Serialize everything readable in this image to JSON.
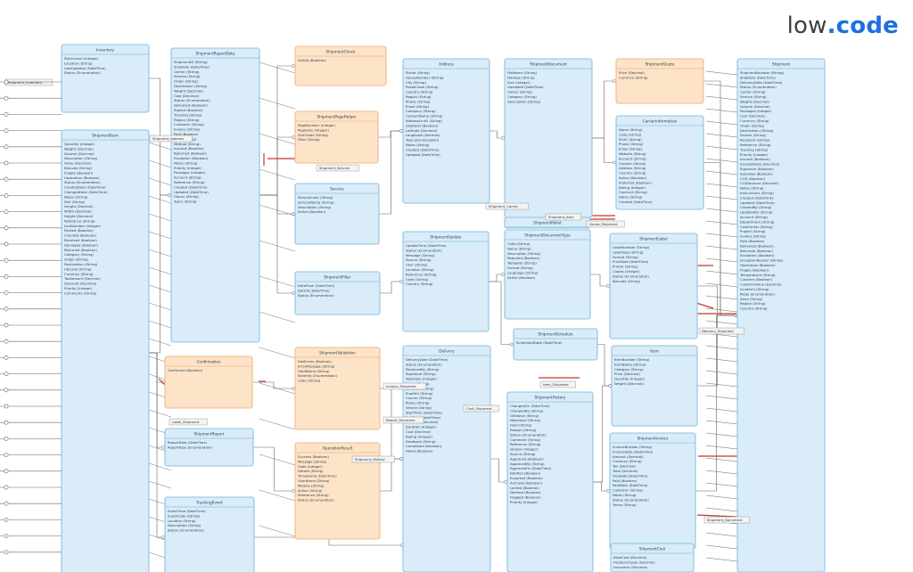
{
  "brand": {
    "prefix": "low",
    "dot": ".",
    "suffix": "code"
  },
  "colors": {
    "entity_fill": "#d9ecf8",
    "entity_stroke": "#8cc3e6",
    "entity_header": "#cfe6f6",
    "np_fill": "#fde3c7",
    "np_stroke": "#f0bb86",
    "line": "#666666",
    "red_line": "#c0392b",
    "label_fill": "#f4f4f4"
  },
  "entities": [
    {
      "id": "e1",
      "type": "persistent",
      "title": "Inventory",
      "attrs": [
        "StockLevel (Integer)",
        "Location (String)",
        "LastUpdated (DateTime)",
        "Status (Enumeration)"
      ]
    },
    {
      "id": "e2",
      "type": "persistent",
      "title": "ShipmentItem",
      "attrs": [
        "Quantity (Integer)",
        "Weight (Decimal)",
        "Volume (Decimal)",
        "Description (String)",
        "Value (Decimal)",
        "Barcode (String)",
        "Fragile (Boolean)",
        "Hazardous (Boolean)",
        "Status (Enumeration)",
        "CreatedDate (DateTime)",
        "ChangedDate (DateTime)",
        "Notes (String)",
        "SKU (String)",
        "Length (Decimal)",
        "Width (Decimal)",
        "Height (Decimal)",
        "Reference (String)",
        "LineNumber (Integer)",
        "Packed (Boolean)",
        "Checked (Boolean)",
        "Received (Boolean)",
        "Damaged (Boolean)",
        "Returned (Boolean)",
        "Category (String)",
        "Origin (String)",
        "Destination (String)",
        "HSCode (String)",
        "Currency (String)",
        "TaxAmount (Decimal)",
        "Discount (Decimal)",
        "Priority (Integer)",
        "Comments (String)"
      ]
    },
    {
      "id": "e3",
      "type": "persistent",
      "title": "ShipmentReportData",
      "attrs": [
        "ShipmentID (String)",
        "ShipDate (DateTime)",
        "Carrier (String)",
        "Service (String)",
        "Origin (String)",
        "Destination (String)",
        "Weight (Decimal)",
        "Cost (Decimal)",
        "Status (Enumeration)",
        "Delivered (Boolean)",
        "Signed (Boolean)",
        "Tracking (String)",
        "Region (String)",
        "Customer (String)",
        "Invoice (String)",
        "Paid (Boolean)",
        "Zone (String)",
        "Method (String)",
        "Insured (Boolean)",
        "Returned (Boolean)",
        "Exception (Boolean)",
        "Notes (String)",
        "Priority (Integer)",
        "Packages (Integer)",
        "Account (String)",
        "Reference (String)",
        "Created (DateTime)",
        "Updated (DateTime)",
        "Owner (String)",
        "Team (String)"
      ]
    },
    {
      "id": "e4",
      "type": "non-persistent",
      "title": "ShipmentCheck",
      "attrs": [
        "IsValid (Boolean)"
      ]
    },
    {
      "id": "e5",
      "type": "non-persistent",
      "title": "ShipmentPageHelper",
      "attrs": [
        "PageNumber (Integer)",
        "PageSize (Integer)",
        "SortOrder (String)",
        "Filter (String)"
      ]
    },
    {
      "id": "e6",
      "type": "persistent",
      "title": "Service",
      "attrs": [
        "ServiceCode (String)",
        "ServiceName (String)",
        "Description (String)",
        "Active (Boolean)"
      ]
    },
    {
      "id": "e7",
      "type": "persistent",
      "title": "ShipmentFilter",
      "attrs": [
        "DateFrom (DateTime)",
        "DateTo (DateTime)",
        "Status (Enumeration)"
      ]
    },
    {
      "id": "e8",
      "type": "non-persistent",
      "title": "ShipmentValidation",
      "attrs": [
        "HasErrors (Boolean)",
        "ErrorMessage (String)",
        "FieldName (String)",
        "Severity (Enumeration)",
        "Code (String)"
      ]
    },
    {
      "id": "e9",
      "type": "non-persistent",
      "title": "Confirmation",
      "attrs": [
        "Confirmed (Boolean)"
      ]
    },
    {
      "id": "e10",
      "type": "persistent",
      "title": "ShipmentReport",
      "attrs": [
        "ReportDate (DateTime)",
        "ReportType (Enumeration)"
      ]
    },
    {
      "id": "e11",
      "type": "non-persistent",
      "title": "OperationResult",
      "attrs": [
        "Success (Boolean)",
        "Message (String)",
        "Code (Integer)",
        "Details (String)",
        "Timestamp (DateTime)",
        "UserName (String)",
        "Module (String)",
        "Action (String)",
        "Reference (String)",
        "Status (Enumeration)"
      ]
    },
    {
      "id": "e12",
      "type": "persistent",
      "title": "TrackingEvent",
      "attrs": [
        "EventTime (DateTime)",
        "EventCode (String)",
        "Location (String)",
        "Description (String)",
        "Status (Enumeration)"
      ]
    },
    {
      "id": "e13",
      "type": "persistent",
      "title": "ReportOverview",
      "attrs": []
    },
    {
      "id": "e14",
      "type": "persistent",
      "title": "Address",
      "attrs": [
        "Street (String)",
        "HouseNumber (String)",
        "City (String)",
        "PostalCode (String)",
        "Country (String)",
        "Region (String)",
        "Phone (String)",
        "Email (String)",
        "Company (String)",
        "ContactName (String)",
        "AddressLine2 (String)",
        "IsDefault (Boolean)",
        "Latitude (Decimal)",
        "Longitude (Decimal)",
        "Type (Enumeration)",
        "Notes (String)",
        "Created (DateTime)",
        "Updated (DateTime)"
      ]
    },
    {
      "id": "e15",
      "type": "persistent",
      "title": "ShipmentUpdate",
      "attrs": [
        "UpdateTime (DateTime)",
        "Status (Enumeration)",
        "Message (String)",
        "Source (String)",
        "User (String)",
        "Location (String)",
        "Reference (String)",
        "Code (String)",
        "Country (String)"
      ]
    },
    {
      "id": "e16",
      "type": "persistent",
      "title": "Delivery",
      "attrs": [
        "DeliveryDate (DateTime)",
        "Status (Enumeration)",
        "ReceivedBy (String)",
        "Signature (String)",
        "Attempts (Integer)",
        "Notes (String)",
        "Location (String)",
        "ProofUrl (String)",
        "Courier (String)",
        "Route (String)",
        "Vehicle (String)",
        "StartTime (DateTime)",
        "EndTime (DateTime)",
        "Distance (Decimal)",
        "Duration (Integer)",
        "Cost (Decimal)",
        "Rating (Integer)",
        "Feedback (String)",
        "Completed (Boolean)",
        "Failed (Boolean)"
      ]
    },
    {
      "id": "e17",
      "type": "persistent",
      "title": "ShipmentDocument",
      "attrs": [
        "FileName (String)",
        "FileType (String)",
        "Size (Integer)",
        "Uploaded (DateTime)",
        "Owner (String)",
        "Category (String)",
        "Description (String)"
      ]
    },
    {
      "id": "e18",
      "type": "persistent",
      "title": "ShipmentSchedule",
      "attrs": [
        "ScheduledDate (DateTime)"
      ]
    },
    {
      "id": "e19",
      "type": "persistent",
      "title": "ShipmentHistory",
      "attrs": [
        "ChangedOn (DateTime)",
        "ChangedBy (String)",
        "OldValue (String)",
        "NewValue (String)",
        "Field (String)",
        "Reason (String)",
        "Status (Enumeration)",
        "Comment (String)",
        "Reference (String)",
        "Version (Integer)",
        "Source (String)",
        "Approved (Boolean)",
        "ApprovedBy (String)",
        "ApprovedOn (DateTime)",
        "Notified (Boolean)",
        "Exported (Boolean)",
        "Archived (Boolean)",
        "Locked (Boolean)",
        "Deleted (Boolean)",
        "Flagged (Boolean)",
        "Priority (Integer)"
      ]
    },
    {
      "id": "e20",
      "type": "persistent",
      "title": "CarrierInformation",
      "attrs": [
        "Name (String)",
        "Code (String)",
        "SCAC (String)",
        "Phone (String)",
        "Email (String)",
        "Website (String)",
        "Account (String)",
        "Contact (String)",
        "Address (String)",
        "Country (String)",
        "Active (Boolean)",
        "Preferred (Boolean)",
        "Rating (Integer)",
        "Contract (String)",
        "Notes (String)",
        "Created (DateTime)",
        "Updated (DateTime)"
      ]
    },
    {
      "id": "e21",
      "type": "persistent",
      "title": "ShipmentDocumentType",
      "attrs": [
        "Code (String)",
        "Name (String)",
        "Description (String)",
        "Required (Boolean)",
        "Template (String)",
        "Format (String)",
        "Language (String)",
        "Active (Boolean)"
      ]
    },
    {
      "id": "e22",
      "type": "persistent",
      "title": "Item",
      "attrs": [
        "ItemNumber (String)",
        "ItemName (String)",
        "Category (String)",
        "Price (Decimal)",
        "Quantity (Integer)",
        "Weight (Decimal)"
      ]
    },
    {
      "id": "e23",
      "type": "non-persistent",
      "title": "ShipmentQuote",
      "attrs": [
        "Price (Decimal)",
        "Currency (String)"
      ]
    },
    {
      "id": "e24",
      "type": "persistent",
      "title": "ShipmentLabel",
      "attrs": [
        "LabelNumber (String)",
        "LabelType (String)",
        "Format (String)",
        "PrintDate (DateTime)",
        "Printer (String)",
        "Copies (Integer)",
        "Status (Enumeration)",
        "Barcode (String)"
      ]
    },
    {
      "id": "e25",
      "type": "persistent",
      "title": "ShipmentInvoice",
      "attrs": [
        "InvoiceNumber (String)",
        "InvoiceDate (DateTime)",
        "Amount (Decimal)",
        "Currency (String)",
        "Tax (Decimal)",
        "Total (Decimal)",
        "DueDate (DateTime)",
        "Paid (Boolean)",
        "PaidDate (DateTime)",
        "Customer (String)",
        "Notes (String)",
        "Status (Enumeration)",
        "Terms (String)"
      ]
    },
    {
      "id": "e26",
      "type": "persistent",
      "title": "ShipmentCost",
      "attrs": [
        "BaseCost (Decimal)",
        "FuelSurcharge (Decimal)",
        "Insurance (Decimal)",
        "Handling (Decimal)",
        "Total (Decimal)"
      ]
    },
    {
      "id": "e27",
      "type": "persistent",
      "title": "ShipmentPallet",
      "attrs": [
        "PalletID (String)"
      ]
    },
    {
      "id": "e28",
      "type": "persistent",
      "title": "Shipment",
      "attrs": [
        "ShipmentNumber (String)",
        "ShipDate (DateTime)",
        "DeliveryDate (DateTime)",
        "Status (Enumeration)",
        "Carrier (String)",
        "Service (String)",
        "Weight (Decimal)",
        "Volume (Decimal)",
        "Packages (Integer)",
        "Cost (Decimal)",
        "Currency (String)",
        "Origin (String)",
        "Destination (String)",
        "Sender (String)",
        "Recipient (String)",
        "Reference (String)",
        "Tracking (String)",
        "Priority (Integer)",
        "Insured (Boolean)",
        "InsuredValue (Decimal)",
        "Signature (Boolean)",
        "Saturday (Boolean)",
        "COD (Boolean)",
        "CODAmount (Decimal)",
        "Notes (String)",
        "Instructions (String)",
        "Created (DateTime)",
        "Updated (DateTime)",
        "CreatedBy (String)",
        "UpdatedBy (String)",
        "Account (String)",
        "Department (String)",
        "CostCenter (String)",
        "Project (String)",
        "Invoice (String)",
        "Paid (Boolean)",
        "Delivered (Boolean)",
        "Returned (Boolean)",
        "Exception (Boolean)",
        "ExceptionReason (String)",
        "Hazardous (Boolean)",
        "Fragile (Boolean)",
        "Temperature (String)",
        "Customs (Boolean)",
        "CustomsValue (Decimal)",
        "Incoterm (String)",
        "Mode (Enumeration)",
        "Zone (String)",
        "Region (String)",
        "Country (String)"
      ]
    }
  ],
  "edge_labels": [
    "Shipment_Inventory",
    "Shipment_Address",
    "Shipment_Service",
    "Shipment_Carrier",
    "Shipment_Item",
    "Delivery_Shipment",
    "Report_Shipment",
    "Shipment_History",
    "Shipment_Document",
    "Item_Shipment",
    "Label_Shipment",
    "Invoice_Shipment",
    "Cost_Shipment",
    "Quote_Shipment"
  ]
}
